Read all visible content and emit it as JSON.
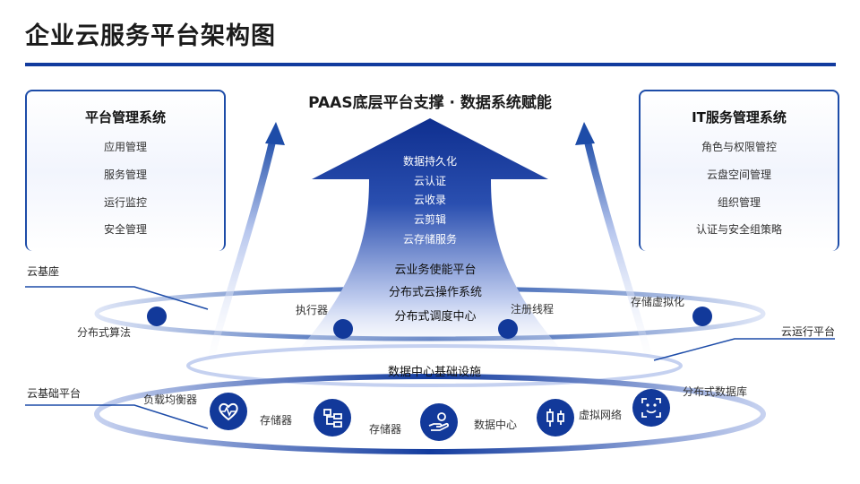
{
  "title": "企业云服务平台架构图",
  "headline": "PAAS底层平台支撑 · 数据系统赋能",
  "left_panel": {
    "title": "平台管理系统",
    "items": [
      "应用管理",
      "服务管理",
      "运行监控",
      "安全管理"
    ]
  },
  "right_panel": {
    "title": "IT服务管理系统",
    "items": [
      "角色与权限管控",
      "云盘空间管理",
      "组织管理",
      "认证与安全组策略"
    ]
  },
  "arrow_items": [
    "数据持久化",
    "云认证",
    "云收录",
    "云剪辑",
    "云存储服务"
  ],
  "stack_items": [
    "云业务使能平台",
    "分布式云操作系统",
    "分布式调度中心"
  ],
  "middle_ring": {
    "side_label": "云基座",
    "node_labels": [
      "分布式算法",
      "执行器",
      "注册线程",
      "存储虚拟化"
    ]
  },
  "top_ring_label": "数据中心基础设施",
  "right_side_label": "云运行平台",
  "bottom_ring": {
    "side_label": "云基础平台",
    "labels": [
      "负载均衡器",
      "存储器",
      "存储器",
      "数据中心",
      "虚拟网络",
      "分布式数据库"
    ],
    "icons": [
      "heart-monitor-icon",
      "hierarchy-icon",
      "hand-coin-icon",
      "candlestick-icon",
      "scan-face-icon"
    ]
  },
  "colors": {
    "primary": "#123b9e",
    "accent": "#1d4ca8",
    "light": "#dfe6f7"
  }
}
